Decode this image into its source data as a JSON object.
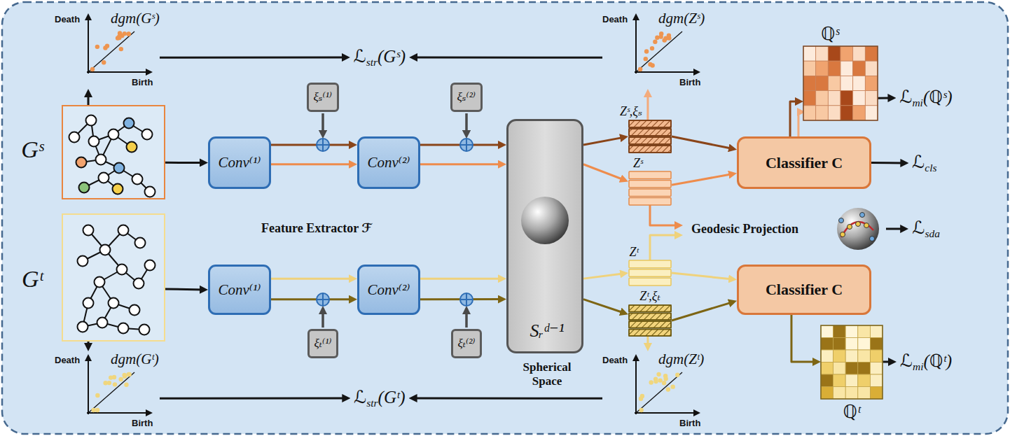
{
  "diagram": {
    "nodes": [
      {
        "text": [
          "Death",
          "dgm(Gˢ)",
          "Birth"
        ]
      },
      {
        "text": [
          "ℒstr(Gˢ)"
        ]
      },
      {
        "text": [
          "Death",
          "dgm(Zˢ)",
          "Birth"
        ]
      },
      {
        "text": [
          "ℚˢ"
        ]
      },
      {
        "text": [
          "ℒmi(ℚˢ)"
        ]
      },
      {
        "text": [
          "Gˢ"
        ]
      },
      {
        "text": [
          "ξₛ⁽¹⁾"
        ]
      },
      {
        "text": [
          "ξₛ⁽²⁾"
        ]
      },
      {
        "text": [
          "Conv⁽¹⁾"
        ]
      },
      {
        "text": [
          "Conv⁽²⁾"
        ]
      },
      {
        "text": [
          "Sᵣᵈ⁻¹",
          "Spherical Space"
        ]
      },
      {
        "text": [
          "Zˢ,ξₛ"
        ]
      },
      {
        "text": [
          "Zˢ"
        ]
      },
      {
        "text": [
          "Classifier C"
        ]
      },
      {
        "text": [
          "ℒcls"
        ]
      },
      {
        "text": [
          "Geodesic Projection"
        ]
      },
      {
        "text": [
          "ℒsda"
        ]
      },
      {
        "text": [
          "Gᵗ"
        ]
      },
      {
        "text": [
          "Conv⁽¹⁾"
        ]
      },
      {
        "text": [
          "Conv⁽²⁾"
        ]
      },
      {
        "text": [
          "Zᵗ"
        ]
      },
      {
        "text": [
          "Zᵗ,ξₜ"
        ]
      },
      {
        "text": [
          "Classifier C"
        ]
      },
      {
        "text": [
          "ξₜ⁽¹⁾"
        ]
      },
      {
        "text": [
          "ξₜ⁽²⁾"
        ]
      },
      {
        "text": [
          "ℚᵗ"
        ]
      },
      {
        "text": [
          "ℒmi(ℚᵗ)"
        ]
      },
      {
        "text": [
          "Death",
          "dgm(Gᵗ)",
          "Birth"
        ]
      },
      {
        "text": [
          "ℒstr(Gᵗ)"
        ]
      },
      {
        "text": [
          "Death",
          "dgm(Zᵗ)",
          "Birth"
        ]
      }
    ],
    "edges": [
      {
        "from": 5,
        "to": 8,
        "arrow": "to"
      },
      {
        "from": 8,
        "to": 9,
        "arrow": "to"
      },
      {
        "from": 8,
        "to": 9,
        "arrow": "to"
      },
      {
        "from": 9,
        "to": 10,
        "arrow": "to"
      },
      {
        "from": 9,
        "to": 10,
        "arrow": "to"
      },
      {
        "from": 10,
        "to": 11,
        "arrow": "to"
      },
      {
        "from": 10,
        "to": 12,
        "arrow": "to"
      },
      {
        "from": 11,
        "to": 13,
        "arrow": "to"
      },
      {
        "from": 12,
        "to": 13,
        "arrow": "to"
      },
      {
        "from": 13,
        "to": 3,
        "arrow": "to"
      },
      {
        "from": 13,
        "to": 3,
        "arrow": "to"
      },
      {
        "from": 3,
        "to": 4,
        "arrow": "to"
      },
      {
        "from": 13,
        "to": 14,
        "arrow": "to"
      },
      {
        "from": 12,
        "to": 15,
        "arrow": "to"
      },
      {
        "from": 20,
        "to": 15,
        "arrow": "to"
      },
      {
        "from": 15,
        "to": 16,
        "arrow": "to"
      },
      {
        "from": 11,
        "to": 2,
        "arrow": "to"
      },
      {
        "from": 0,
        "to": 1,
        "arrow": "to"
      },
      {
        "from": 2,
        "to": 1,
        "arrow": "to"
      },
      {
        "from": 5,
        "to": 0,
        "arrow": "to"
      },
      {
        "from": 17,
        "to": 18,
        "arrow": "to"
      },
      {
        "from": 18,
        "to": 19,
        "arrow": "to"
      },
      {
        "from": 18,
        "to": 19,
        "arrow": "to"
      },
      {
        "from": 19,
        "to": 10,
        "arrow": "to"
      },
      {
        "from": 19,
        "to": 10,
        "arrow": "to"
      },
      {
        "from": 10,
        "to": 20,
        "arrow": "to"
      },
      {
        "from": 10,
        "to": 21,
        "arrow": "to"
      },
      {
        "from": 20,
        "to": 22,
        "arrow": "to"
      },
      {
        "from": 21,
        "to": 22,
        "arrow": "to"
      },
      {
        "from": 22,
        "to": 25,
        "arrow": "to"
      },
      {
        "from": 25,
        "to": 26,
        "arrow": "to"
      },
      {
        "from": 17,
        "to": 27,
        "arrow": "to"
      },
      {
        "from": 27,
        "to": 28,
        "arrow": "to"
      },
      {
        "from": 29,
        "to": 28,
        "arrow": "to"
      },
      {
        "from": 21,
        "to": 29,
        "arrow": "to"
      }
    ],
    "labels": [
      "Feature Extractor ℱ"
    ]
  }
}
